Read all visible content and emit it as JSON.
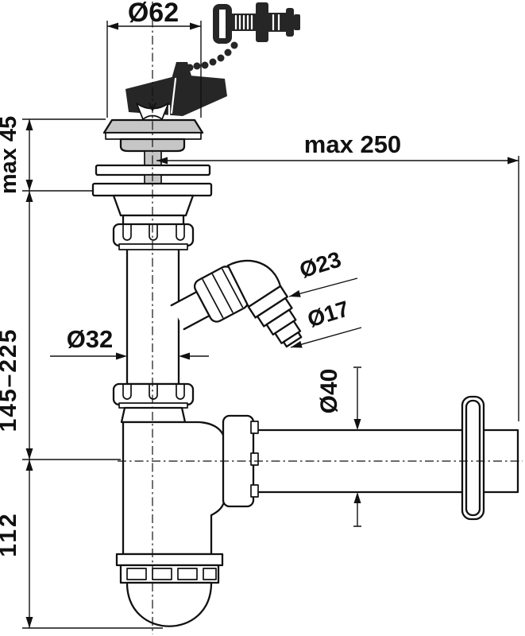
{
  "labels": {
    "strainer_diameter": "Ø62",
    "wall_distance": "max 250",
    "sink_thickness": "max 45",
    "height_range": "145–225",
    "cup_height": "112",
    "tailpipe_diameter": "Ø32",
    "barb_large_diameter": "Ø23",
    "barb_small_diameter": "Ø17",
    "outlet_diameter": "Ø40"
  },
  "colors": {
    "line": "#111111",
    "dark_fill": "#262626",
    "grey_fill": "#c6c6c6",
    "background": "#ffffff"
  }
}
